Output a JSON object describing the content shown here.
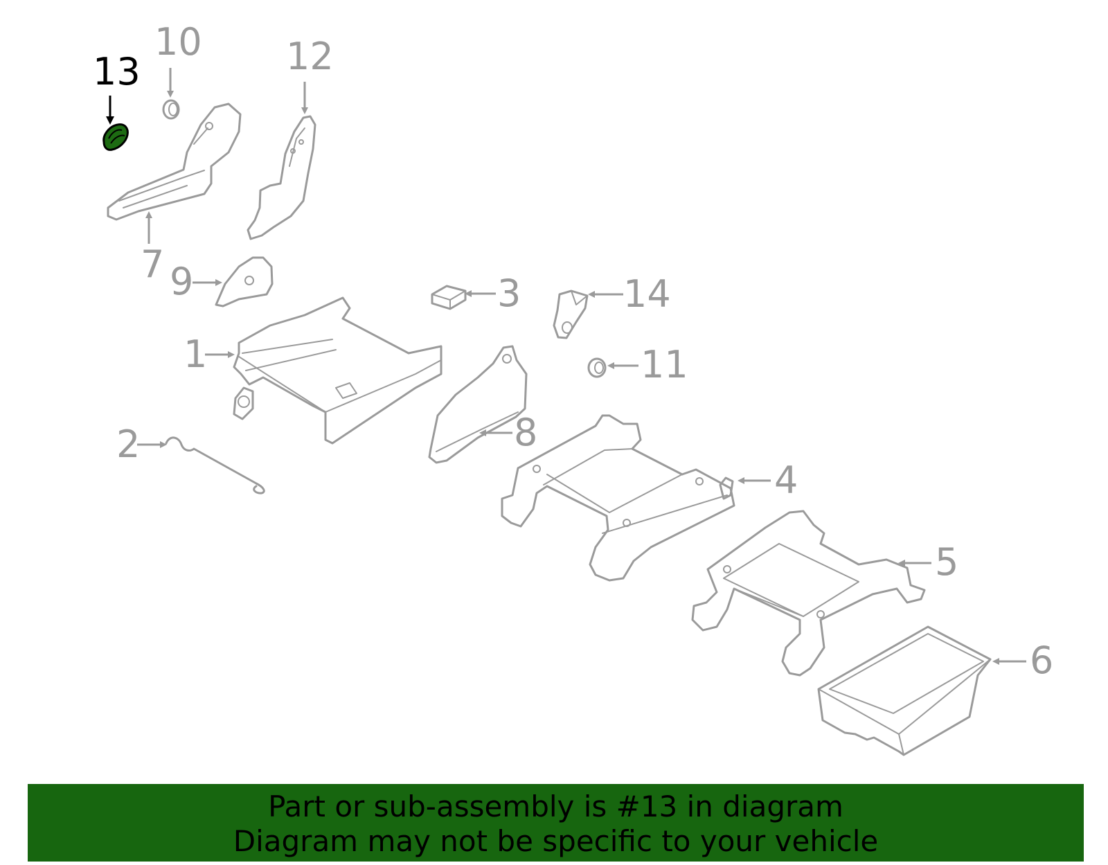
{
  "diagram": {
    "highlight_color": "#1d6b12",
    "line_color": "#9a9a9a",
    "callouts": [
      "13",
      "10",
      "12",
      "7",
      "9",
      "3",
      "14",
      "1",
      "11",
      "2",
      "8",
      "4",
      "5",
      "6"
    ],
    "highlighted_callout": "13"
  },
  "banner": {
    "background": "#17660f",
    "line1": "Part or sub-assembly is #13 in diagram",
    "line2": "Diagram may not be specific to your vehicle"
  }
}
